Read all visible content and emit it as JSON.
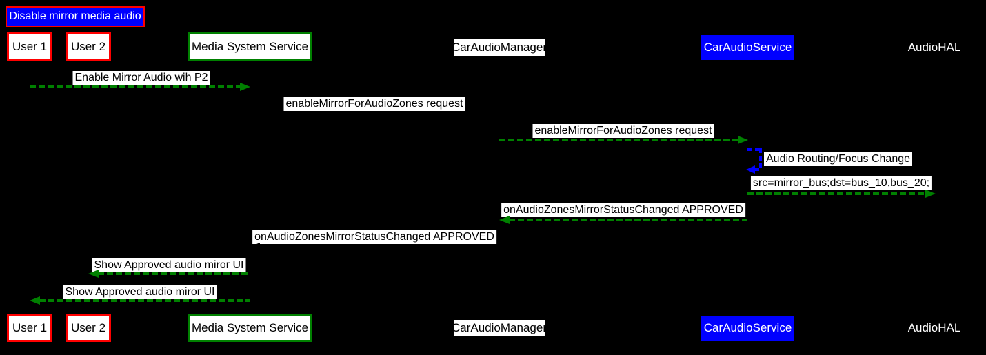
{
  "diagram": {
    "title": "Disable mirror media audio",
    "participants": [
      {
        "name": "User 1"
      },
      {
        "name": "User 2"
      },
      {
        "name": "Media System Service"
      },
      {
        "name": "CarAudioManager"
      },
      {
        "name": "CarAudioService"
      },
      {
        "name": "AudioHAL"
      }
    ],
    "messages": [
      {
        "from": "User 1",
        "to": "Media System Service",
        "label": "Enable Mirror Audio wih P2"
      },
      {
        "from": "Media System Service",
        "to": "CarAudioManager",
        "label": "enableMirrorForAudioZones request"
      },
      {
        "from": "CarAudioManager",
        "to": "CarAudioService",
        "label": "enableMirrorForAudioZones request"
      },
      {
        "from": "CarAudioService",
        "to": "CarAudioService",
        "label": "Audio Routing/Focus Change",
        "self": true
      },
      {
        "from": "CarAudioService",
        "to": "AudioHAL",
        "label": "src=mirror_bus;dst=bus_10,bus_20;"
      },
      {
        "from": "CarAudioService",
        "to": "CarAudioManager",
        "label": "onAudioZonesMirrorStatusChanged APPROVED"
      },
      {
        "from": "CarAudioManager",
        "to": "Media System Service",
        "label": "onAudioZonesMirrorStatusChanged APPROVED"
      },
      {
        "from": "Media System Service",
        "to": "User 2",
        "label": "Show Approved audio miror UI"
      },
      {
        "from": "Media System Service",
        "to": "User 1",
        "label": "Show Approved audio miror UI"
      }
    ],
    "colors": {
      "arrow_green": "#008000",
      "self_arrow_blue": "#0000ff",
      "red_border": "#ff0000",
      "blue_fill": "#0000ff",
      "label_bg": "#ffffff",
      "background": "#000000"
    }
  }
}
